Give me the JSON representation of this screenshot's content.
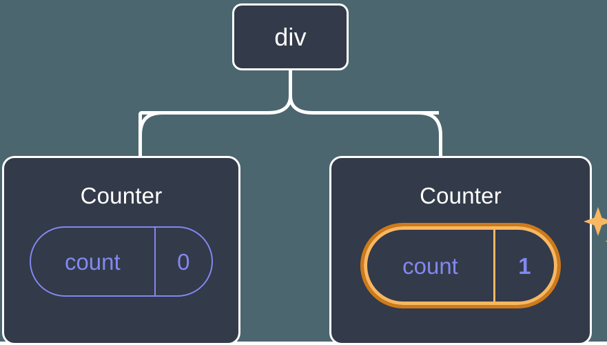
{
  "diagram": {
    "type": "component-tree",
    "background_color": "#4C6670",
    "node_fill": "#333A49",
    "node_border": "#FFFFFF",
    "accent_indigo": "#8288F0",
    "accent_amber": "#F8B761",
    "accent_amber_dark": "#CE7A1A",
    "connector_color": "#FFFFFF"
  },
  "root": {
    "label": "div"
  },
  "children": [
    {
      "title": "Counter",
      "state": {
        "key": "count",
        "value": "0"
      },
      "highlighted": false
    },
    {
      "title": "Counter",
      "state": {
        "key": "count",
        "value": "1"
      },
      "highlighted": true,
      "sparkle_icon": "sparkles-icon"
    }
  ]
}
